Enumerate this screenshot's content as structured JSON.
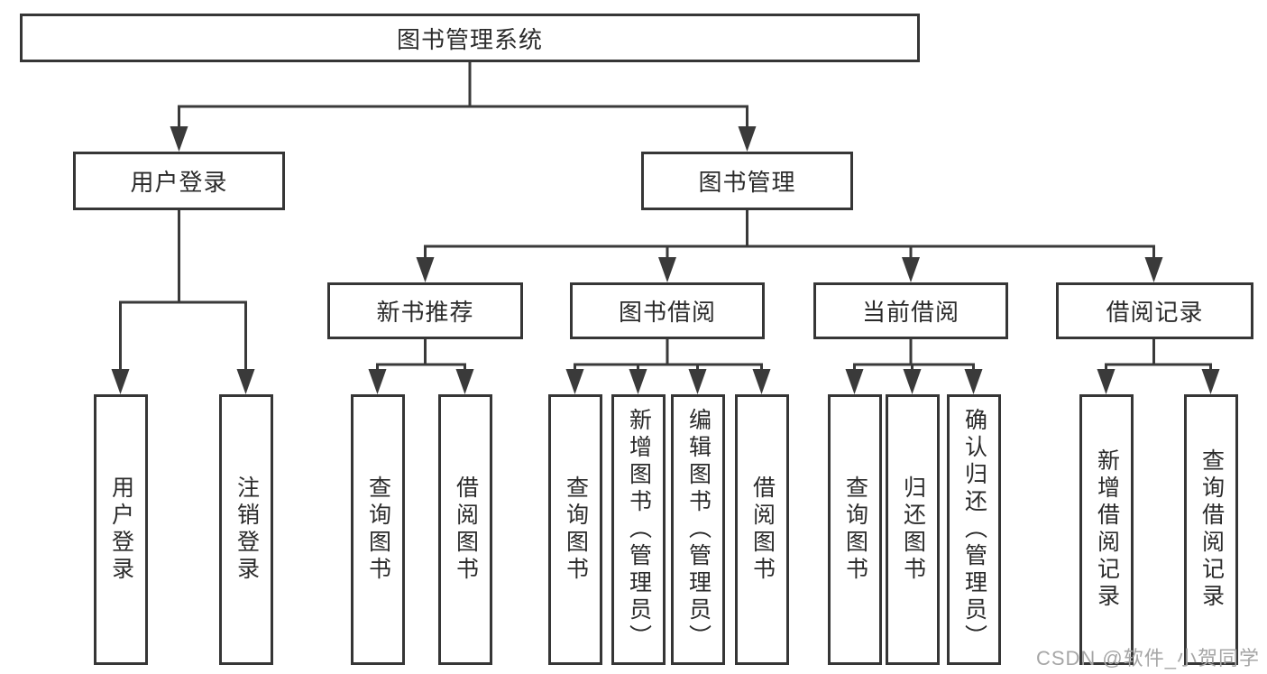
{
  "diagram_title": "图书管理系统",
  "watermark": "CSDN @软件_小贺同学",
  "colors": {
    "line": "#3a3a3a",
    "border": "#363636",
    "text": "#2b2b2b",
    "background": "#ffffff",
    "watermark": "#a6a6a6"
  },
  "nodes": {
    "root": "图书管理系统",
    "user_login": "用户登录",
    "book_mgmt": "图书管理",
    "new_book_rec": "新书推荐",
    "book_borrow": "图书借阅",
    "current_borrow": "当前借阅",
    "borrow_records": "借阅记录",
    "login": "用户登录",
    "logout": "注销登录",
    "rec_query": "查询图书",
    "rec_borrow": "借阅图书",
    "bor_query": "查询图书",
    "bor_add": "新增图书（管理员）",
    "bor_edit": "编辑图书（管理员）",
    "bor_borrow": "借阅图书",
    "cur_query": "查询图书",
    "cur_return": "归还图书",
    "cur_confirm": "确认归还（管理员）",
    "hist_add": "新增借阅记录",
    "hist_query": "查询借阅记录"
  },
  "edges": [
    [
      "root",
      "user_login"
    ],
    [
      "root",
      "book_mgmt"
    ],
    [
      "user_login",
      "login"
    ],
    [
      "user_login",
      "logout"
    ],
    [
      "book_mgmt",
      "new_book_rec"
    ],
    [
      "book_mgmt",
      "book_borrow"
    ],
    [
      "book_mgmt",
      "current_borrow"
    ],
    [
      "book_mgmt",
      "borrow_records"
    ],
    [
      "new_book_rec",
      "rec_query"
    ],
    [
      "new_book_rec",
      "rec_borrow"
    ],
    [
      "book_borrow",
      "bor_query"
    ],
    [
      "book_borrow",
      "bor_add"
    ],
    [
      "book_borrow",
      "bor_edit"
    ],
    [
      "book_borrow",
      "bor_borrow"
    ],
    [
      "current_borrow",
      "cur_query"
    ],
    [
      "current_borrow",
      "cur_return"
    ],
    [
      "current_borrow",
      "cur_confirm"
    ],
    [
      "borrow_records",
      "hist_add"
    ],
    [
      "borrow_records",
      "hist_query"
    ]
  ]
}
